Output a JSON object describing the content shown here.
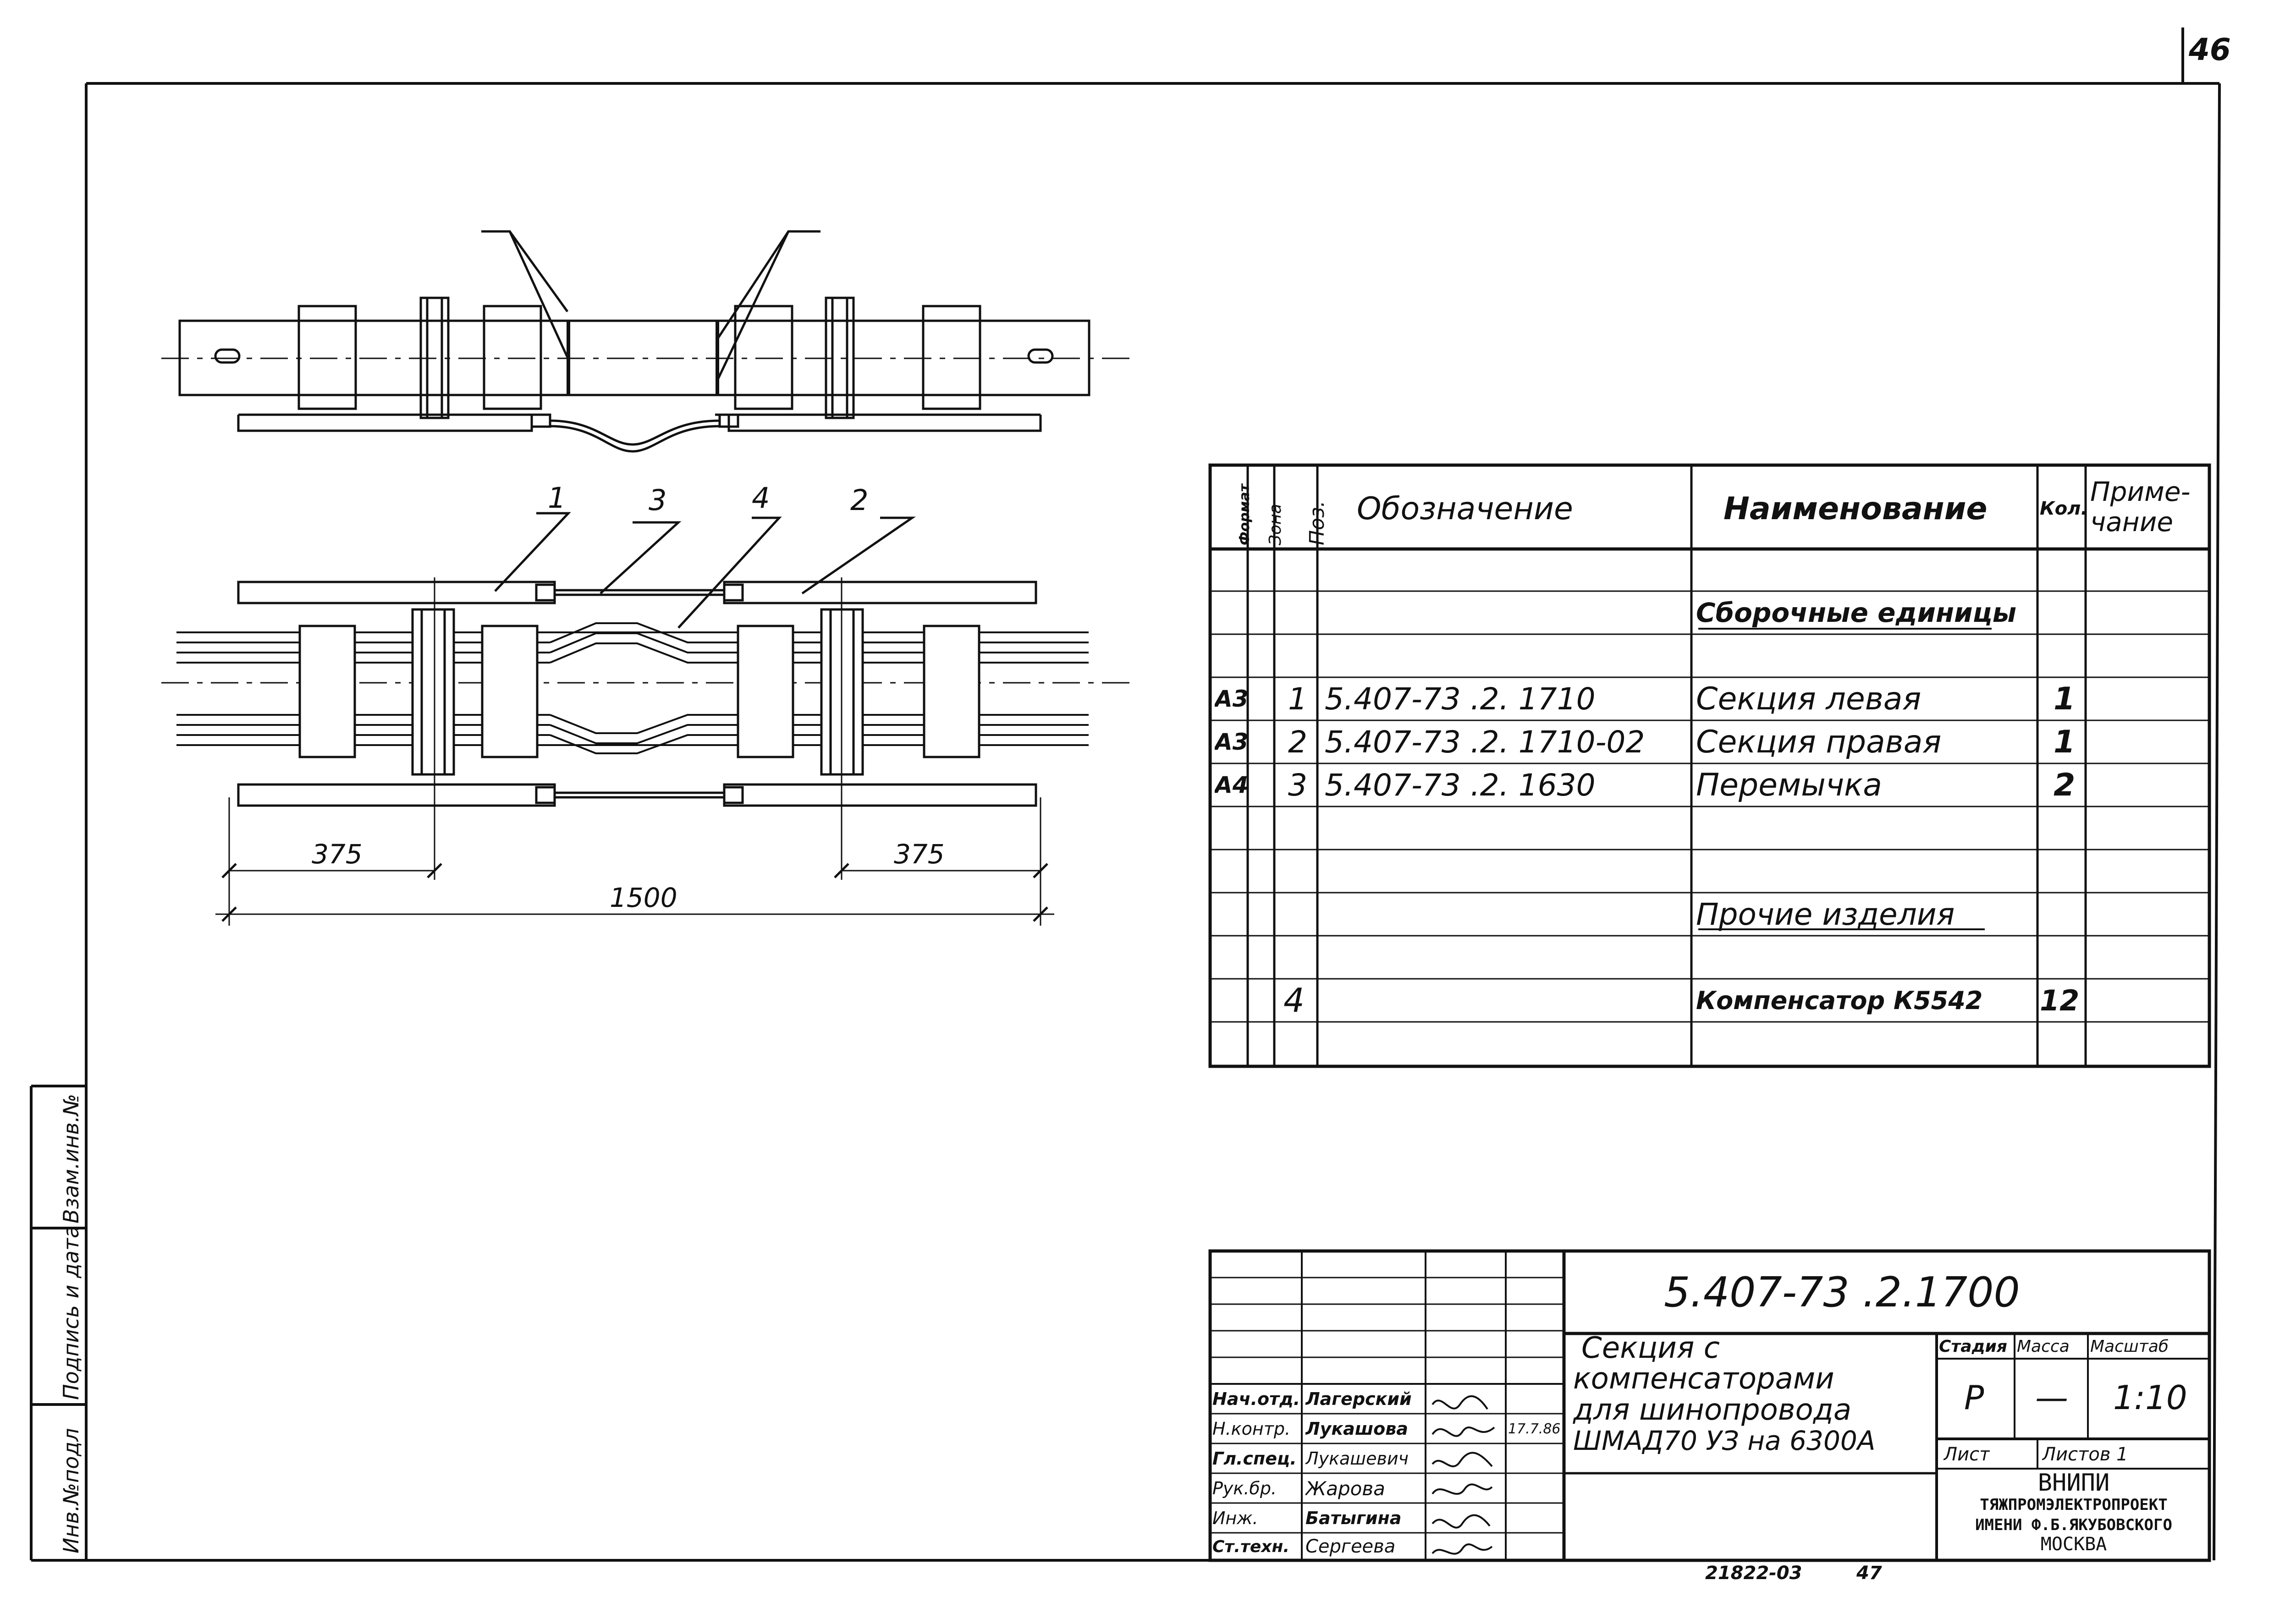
{
  "sheet": {
    "sheet_number": "46",
    "bottom_code": "21822-03",
    "bottom_page": "47"
  },
  "left_margin": {
    "labels": [
      "Инв.№подл",
      "Подпись и дата",
      "Взам.инв.№"
    ]
  },
  "drawing": {
    "top_view_callouts": [],
    "plan_callouts": [
      "1",
      "3",
      "4",
      "2"
    ],
    "dim_left": "375",
    "dim_right": "375",
    "dim_total": "1500"
  },
  "spec_table": {
    "headers": {
      "format": "Формат",
      "zone": "Зона",
      "pos": "Поз.",
      "designation": "Обозначение",
      "name": "Наименование",
      "qty": "Кол.",
      "note": "Приме-чание"
    },
    "section_assemblies": "Сборочные единицы",
    "section_other": "Прочие изделия",
    "rows": [
      {
        "format": "А3",
        "pos": "1",
        "designation": "5.407-73 .2. 1710",
        "name": "Секция левая",
        "qty": "1"
      },
      {
        "format": "А3",
        "pos": "2",
        "designation": "5.407-73 .2. 1710-02",
        "name": "Секция правая",
        "qty": "1"
      },
      {
        "format": "А4",
        "pos": "3",
        "designation": "5.407-73 .2. 1630",
        "name": "Перемычка",
        "qty": "2"
      }
    ],
    "other_row": {
      "pos": "4",
      "name": "Компенсатор К5542",
      "qty": "12"
    }
  },
  "title_block": {
    "document_code": "5.407-73 .2.1700",
    "title_lines": [
      "Секция с",
      "компенсаторами",
      "для шинопровода",
      "ШМАД70 УЗ на 6300А"
    ],
    "stage_label": "Стадия",
    "mass_label": "Масса",
    "scale_label": "Масштаб",
    "stage": "Р",
    "mass": "—",
    "scale": "1:10",
    "sheet_label": "Лист",
    "sheets_label": "Листов 1",
    "org_lines": [
      "ВНИПИ",
      "ТЯЖПРОМЭЛЕКТРОПРОЕКТ",
      "ИМЕНИ Ф.Б.ЯКУБОВСКОГО",
      "МОСКВА"
    ],
    "roles": [
      {
        "role": "Нач.отд.",
        "name": "Лагерский",
        "date": ""
      },
      {
        "role": "Н.контр.",
        "name": "Лукашова",
        "date": "17.7.86"
      },
      {
        "role": "Гл.спец.",
        "name": "Лукашевич",
        "date": ""
      },
      {
        "role": "Рук.бр.",
        "name": "Жарова",
        "date": ""
      },
      {
        "role": "Инж.",
        "name": "Батыгина",
        "date": ""
      },
      {
        "role": "Ст.техн.",
        "name": "Сергеева",
        "date": ""
      }
    ]
  }
}
